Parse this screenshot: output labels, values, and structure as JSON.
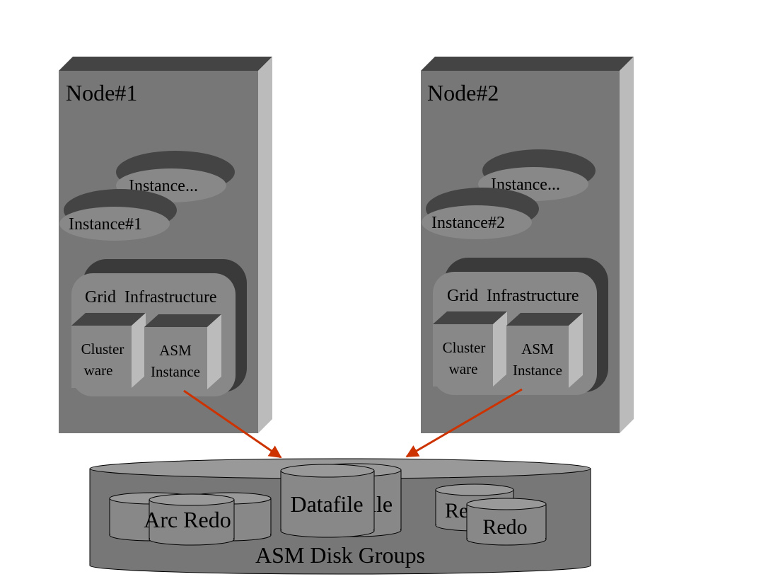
{
  "nodes": [
    {
      "title": "Node#1",
      "instance_back": "Instance...",
      "instance_front": "Instance#1",
      "grid_label": "Grid  Infrastructure",
      "clusterware_line1": "Cluster",
      "clusterware_line2": "ware",
      "asm_line1": "ASM",
      "asm_line2": "Instance"
    },
    {
      "title": "Node#2",
      "instance_back": "Instance...",
      "instance_front": "Instance#2",
      "grid_label": "Grid  Infrastructure",
      "clusterware_line1": "Cluster",
      "clusterware_line2": "ware",
      "asm_line1": "ASM",
      "asm_line2": "Instance"
    }
  ],
  "storage": {
    "label": "ASM Disk Groups",
    "arc_redo_label": "Arc Redo",
    "datafile_front_label": "Datafile",
    "datafile_back_label": "Datafile",
    "redo_back_label": "Redo",
    "redo_front_label": "Redo"
  },
  "colors": {
    "node_body": "#777777",
    "node_top": "#444444",
    "node_side": "#bbbbbb",
    "arrow": "#cc3300"
  }
}
